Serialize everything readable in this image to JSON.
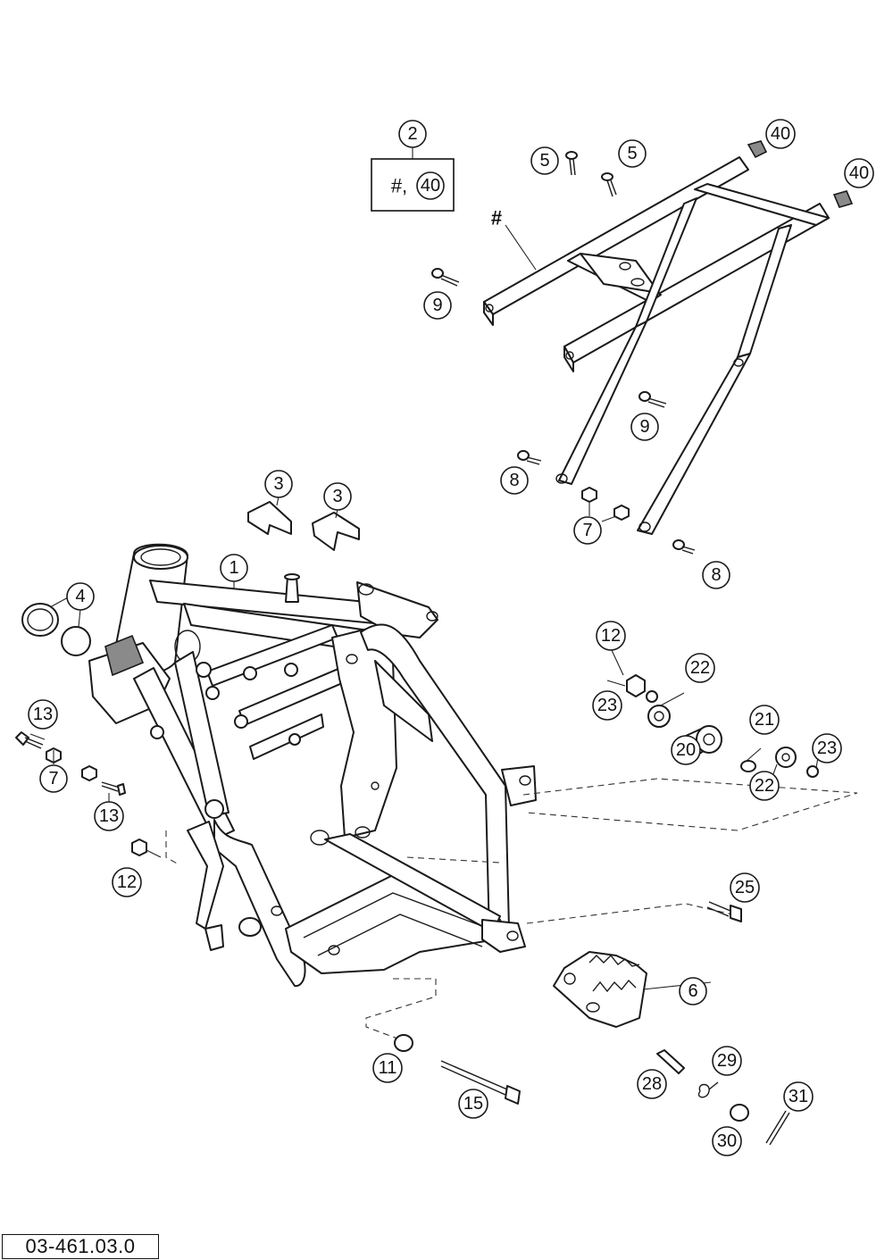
{
  "diagram": {
    "reference_code": "03-461.03.0",
    "kit_box": {
      "item": "2",
      "contents": "#, ",
      "contents_ref": "40"
    },
    "subframe_marker": "#",
    "callouts": [
      {
        "id": "c1",
        "label": "1"
      },
      {
        "id": "c2",
        "label": "2"
      },
      {
        "id": "c3a",
        "label": "3"
      },
      {
        "id": "c3b",
        "label": "3"
      },
      {
        "id": "c4",
        "label": "4"
      },
      {
        "id": "c5a",
        "label": "5"
      },
      {
        "id": "c5b",
        "label": "5"
      },
      {
        "id": "c6",
        "label": "6"
      },
      {
        "id": "c7a",
        "label": "7"
      },
      {
        "id": "c7b",
        "label": "7"
      },
      {
        "id": "c8a",
        "label": "8"
      },
      {
        "id": "c8b",
        "label": "8"
      },
      {
        "id": "c9a",
        "label": "9"
      },
      {
        "id": "c9b",
        "label": "9"
      },
      {
        "id": "c11",
        "label": "11"
      },
      {
        "id": "c12a",
        "label": "12"
      },
      {
        "id": "c12b",
        "label": "12"
      },
      {
        "id": "c13a",
        "label": "13"
      },
      {
        "id": "c13b",
        "label": "13"
      },
      {
        "id": "c15",
        "label": "15"
      },
      {
        "id": "c20",
        "label": "20"
      },
      {
        "id": "c21",
        "label": "21"
      },
      {
        "id": "c22a",
        "label": "22"
      },
      {
        "id": "c22b",
        "label": "22"
      },
      {
        "id": "c23a",
        "label": "23"
      },
      {
        "id": "c23b",
        "label": "23"
      },
      {
        "id": "c25",
        "label": "25"
      },
      {
        "id": "c28",
        "label": "28"
      },
      {
        "id": "c29",
        "label": "29"
      },
      {
        "id": "c30",
        "label": "30"
      },
      {
        "id": "c31",
        "label": "31"
      },
      {
        "id": "c40a",
        "label": "40"
      },
      {
        "id": "c40b",
        "label": "40"
      }
    ]
  }
}
